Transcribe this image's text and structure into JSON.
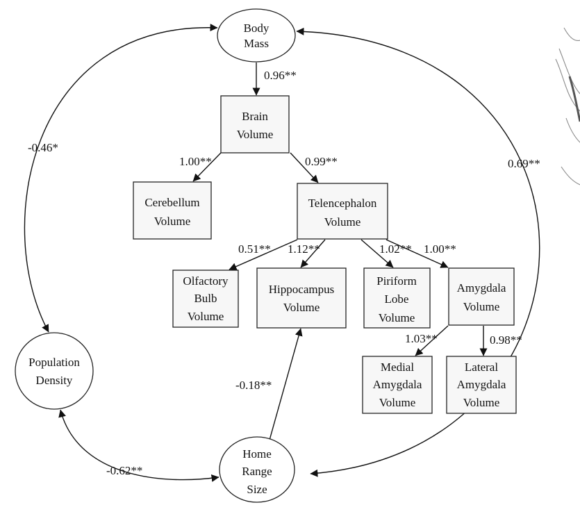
{
  "nodes": {
    "body_mass": [
      "Body",
      "Mass"
    ],
    "brain_volume": [
      "Brain",
      "Volume"
    ],
    "cerebellum_volume": [
      "Cerebellum",
      "Volume"
    ],
    "telencephalon_volume": [
      "Telencephalon",
      "Volume"
    ],
    "olfactory_bulb_volume": [
      "Olfactory",
      "Bulb",
      "Volume"
    ],
    "hippocampus_volume": [
      "Hippocampus",
      "Volume"
    ],
    "piriform_lobe_volume": [
      "Piriform",
      "Lobe",
      "Volume"
    ],
    "amygdala_volume": [
      "Amygdala",
      "Volume"
    ],
    "medial_amygdala_volume": [
      "Medial",
      "Amygdala",
      "Volume"
    ],
    "lateral_amygdala_volume": [
      "Lateral",
      "Amygdala",
      "Volume"
    ],
    "population_density": [
      "Population",
      "Density"
    ],
    "home_range_size": [
      "Home",
      "Range",
      "Size"
    ]
  },
  "edges": {
    "body_mass_to_brain": "0.96**",
    "brain_to_cerebellum": "1.00**",
    "brain_to_telencephalon": "0.99**",
    "telencephalon_to_olfactory": "0.51**",
    "telencephalon_to_hippocampus": "1.12**",
    "telencephalon_to_piriform": "1.02**",
    "telencephalon_to_amygdala": "1.00**",
    "amygdala_to_medial": "1.03**",
    "amygdala_to_lateral": "0.98**",
    "body_mass_population_density": "-0.46*",
    "body_mass_home_range": "0.69**",
    "home_range_to_hippocampus": "-0.18**",
    "population_density_home_range": "-0.62**"
  }
}
